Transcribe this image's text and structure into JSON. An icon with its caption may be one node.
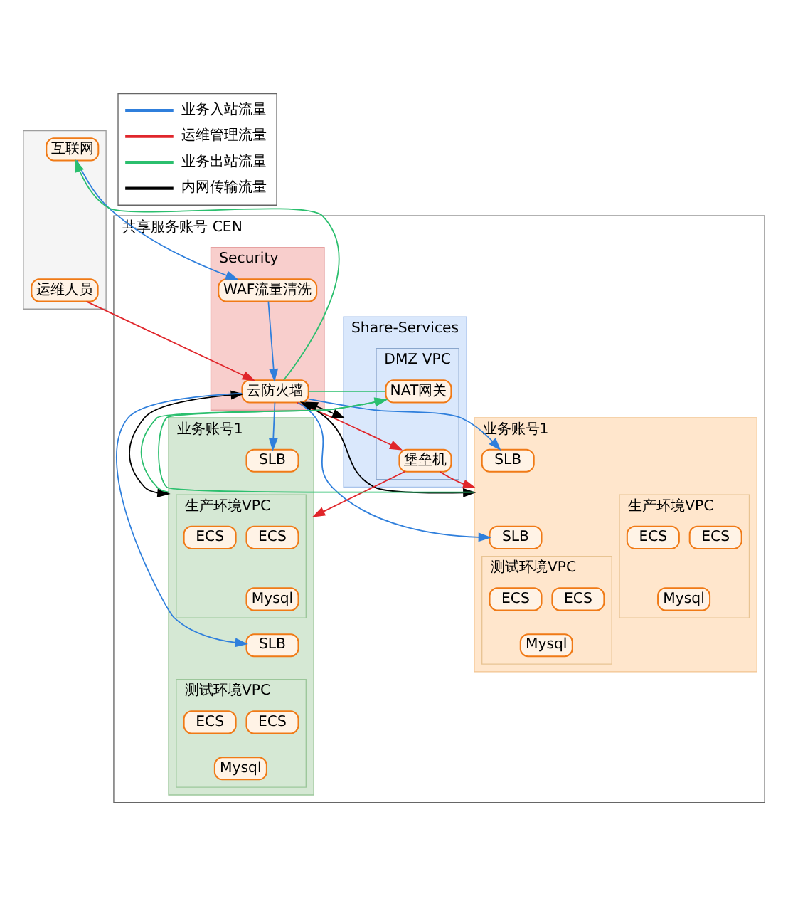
{
  "diagram": {
    "nodes": [
      {
        "text": [],
        "shape": "box"
      },
      {
        "text": [
          "互联网"
        ],
        "in": 0
      },
      {
        "text": [
          "运维人员"
        ],
        "in": 0
      },
      {
        "text": [
          "共享服务账号 CEN"
        ]
      },
      {
        "text": [
          "Security"
        ],
        "in": 3
      },
      {
        "text": [
          "WAF流量清洗"
        ],
        "in": 4
      },
      {
        "text": [
          "云防火墙"
        ],
        "in": 4
      },
      {
        "text": [
          "Share-Services"
        ],
        "in": 3
      },
      {
        "text": [
          "DMZ VPC"
        ],
        "in": 7
      },
      {
        "text": [
          "堡垒机"
        ],
        "in": 8
      },
      {
        "text": [
          "NAT网关"
        ],
        "in": 8
      },
      {
        "text": [
          "业务账号1"
        ],
        "in": 3
      },
      {
        "text": [
          "生产环境VPC"
        ],
        "in": 11
      },
      {
        "text": [
          "SLB"
        ],
        "in": 11
      },
      {
        "text": [
          "ECS"
        ],
        "in": 12
      },
      {
        "text": [
          "ECS"
        ],
        "in": 12
      },
      {
        "text": [
          "Mysql"
        ],
        "in": 12
      },
      {
        "text": [
          "测试环境VPC"
        ],
        "in": 11
      },
      {
        "text": [
          "SLB"
        ],
        "in": 11
      },
      {
        "text": [
          "ECS"
        ],
        "in": 17
      },
      {
        "text": [
          "ECS"
        ],
        "in": 17
      },
      {
        "text": [
          "Mysql"
        ],
        "in": 17
      },
      {
        "text": [
          "业务账号1"
        ],
        "in": 3
      },
      {
        "text": [
          "生产环境VPC"
        ],
        "in": 22
      },
      {
        "text": [
          "SLB"
        ],
        "in": 22
      },
      {
        "text": [
          "ECS"
        ],
        "in": 23
      },
      {
        "text": [
          "ECS"
        ],
        "in": 23
      },
      {
        "text": [
          "Mysql"
        ],
        "in": 23
      },
      {
        "text": [
          "测试环境VPC"
        ],
        "in": 22
      },
      {
        "text": [
          "SLB"
        ],
        "in": 22
      },
      {
        "text": [
          "ECS"
        ],
        "in": 28
      },
      {
        "text": [
          "ECS"
        ],
        "in": 28
      },
      {
        "text": [
          "Mysql"
        ],
        "in": 28
      }
    ],
    "edges": [
      {
        "from": 1,
        "to": 5,
        "arrow": "to"
      },
      {
        "from": 5,
        "to": 6,
        "arrow": "to"
      },
      {
        "from": 6,
        "to": 13,
        "arrow": "to"
      },
      {
        "from": 6,
        "to": 18,
        "arrow": "to"
      },
      {
        "from": 6,
        "to": 29,
        "arrow": "to"
      },
      {
        "from": 6,
        "to": 24,
        "arrow": "to"
      },
      {
        "from": 2,
        "to": 6,
        "arrow": "to",
        "color": "#e0262b"
      },
      {
        "from": 6,
        "to": 9,
        "arrow": "to",
        "color": "#e0262b"
      },
      {
        "from": 9,
        "to": 11,
        "arrow": "to",
        "color": "#e0262b"
      },
      {
        "from": 9,
        "to": 22,
        "arrow": "to",
        "color": "#e0262b"
      },
      {
        "from": 6,
        "to": 1,
        "arrow": "to",
        "color": "#2bbf6e"
      },
      {
        "from": 10,
        "to": 6,
        "arrow": "none",
        "color": "#2bbf6e"
      },
      {
        "from": 11,
        "to": 10,
        "arrow": "to",
        "color": "#2bbf6e"
      },
      {
        "from": 22,
        "to": 10,
        "arrow": "to",
        "color": "#2bbf6e"
      },
      {
        "from": 6,
        "to": 7,
        "arrow": "both",
        "color": "#000000"
      },
      {
        "from": 6,
        "to": 22,
        "arrow": "both",
        "color": "#000000"
      },
      {
        "from": 6,
        "to": 11,
        "arrow": "both",
        "color": "#000000"
      }
    ],
    "legend": [
      {
        "text": "业务入站流量"
      },
      {
        "text": "运维管理流量"
      },
      {
        "text": "业务出站流量"
      },
      {
        "text": "内网传输流量"
      }
    ]
  }
}
